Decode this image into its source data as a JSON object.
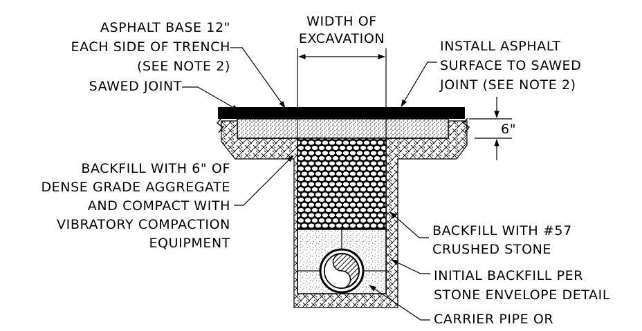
{
  "labels": {
    "asphalt_base": [
      "ASPHALT BASE 12\"",
      "EACH SIDE OF TRENCH",
      "(SEE NOTE 2)"
    ],
    "sawed_joint": "SAWED JOINT",
    "width_of_excavation": [
      "WIDTH OF",
      "EXCAVATION"
    ],
    "install_asphalt": [
      "INSTALL ASPHALT",
      "SURFACE TO SAWED",
      "JOINT (SEE NOTE 2)"
    ],
    "dimension_6in": "6\"",
    "backfill_dense_grade": [
      "BACKFILL WITH 6\" OF",
      "DENSE GRADE AGGREGATE",
      "AND COMPACT WITH",
      "VIBRATORY COMPACTION",
      "EQUIPMENT"
    ],
    "backfill_57": [
      "BACKFILL WITH #57",
      "CRUSHED STONE"
    ],
    "initial_backfill": [
      "INITIAL BACKFILL PER",
      "STONE ENVELOPE DETAIL"
    ],
    "carrier_pipe": "CARRIER PIPE OR"
  },
  "colors": {
    "line": "#000000",
    "background": "#ffffff"
  }
}
